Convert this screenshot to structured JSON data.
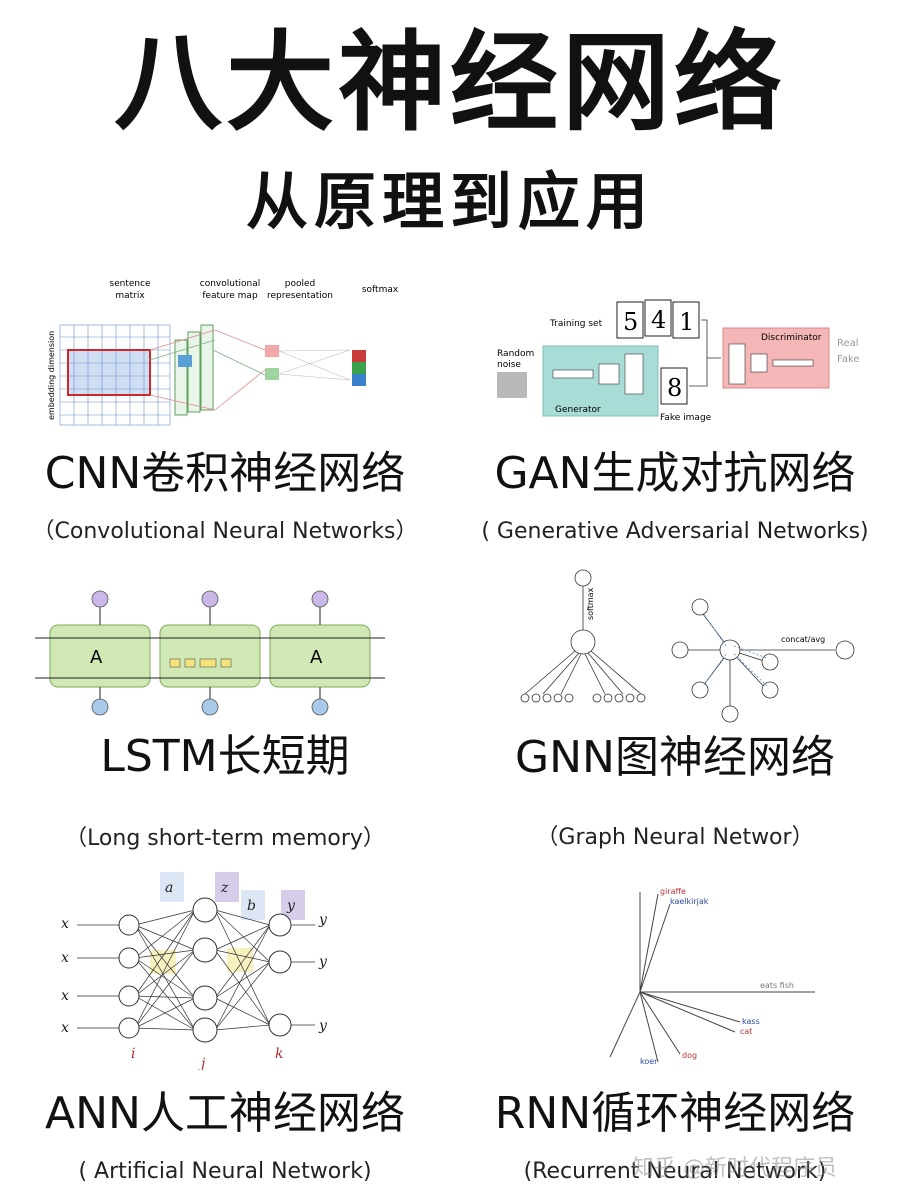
{
  "header": {
    "title": "八大神经网络",
    "subtitle": "从原理到应用"
  },
  "cards": [
    {
      "key": "cnn",
      "name": "CNN卷积神经网络",
      "english": "（Convolutional Neural Networks）",
      "figure": {
        "labels": [
          "sentence",
          "matrix",
          "convolutional",
          "feature map",
          "pooled",
          "representation",
          "softmax",
          "embedding dimension"
        ]
      }
    },
    {
      "key": "gan",
      "name": "GAN生成对抗网络",
      "english": "( Generative Adversarial Networks)",
      "figure": {
        "labels": [
          "Training set",
          "Random",
          "noise",
          "Generator",
          "Fake image",
          "Discriminator",
          "Real",
          "Fake"
        ]
      }
    },
    {
      "key": "lstm",
      "name": "LSTM长短期",
      "english": "（Long short-term memory）",
      "figure": {
        "labels": [
          "A",
          "A"
        ]
      }
    },
    {
      "key": "gnn",
      "name": "GNN图神经网络",
      "english": "（Graph Neural Networ）",
      "figure": {
        "labels": [
          "softmax",
          "concat/avg"
        ]
      }
    },
    {
      "key": "ann",
      "name": "ANN人工神经网络",
      "english": "( Artificial Neural Network)",
      "figure": {
        "labels": [
          "i",
          "j",
          "k"
        ]
      }
    },
    {
      "key": "rnn",
      "name": "RNN循环神经网络",
      "english": "(Recurrent Neural Network)",
      "figure": {
        "labels": [
          "giraffe",
          "kaelkirjak",
          "eats fish",
          "kass",
          "cat",
          "koer",
          "dog"
        ]
      }
    }
  ],
  "watermark": "知乎 @新时代程序员",
  "colors": {
    "text": "#111111",
    "lstm_green": "#cfe8b4",
    "gan_teal": "#a8dcd6",
    "gan_pink": "#f4b6b6",
    "ann_purple": "#d6cdea"
  }
}
